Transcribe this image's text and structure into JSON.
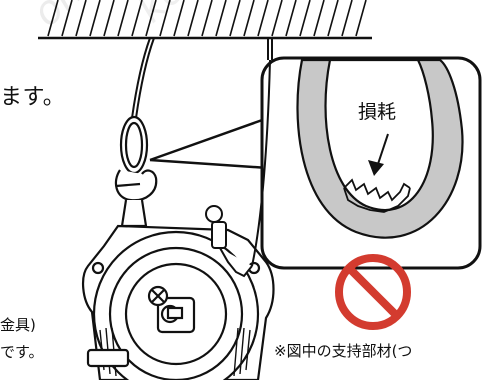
{
  "texts": {
    "main_text_fragment": "ます。",
    "worn_label": "損耗",
    "fragment_bracket": "金具)",
    "fragment_desu": "です。",
    "footnote": "※図中の支持部材(つ"
  },
  "watermark": {
    "line1": "on",
    "line2": "kogyo"
  },
  "icons": {
    "prohibition": "prohibition-icon"
  },
  "colors": {
    "prohibition_red": "#d33b2f",
    "worn_ring_gray": "#c8c8c8",
    "line": "#111111"
  }
}
